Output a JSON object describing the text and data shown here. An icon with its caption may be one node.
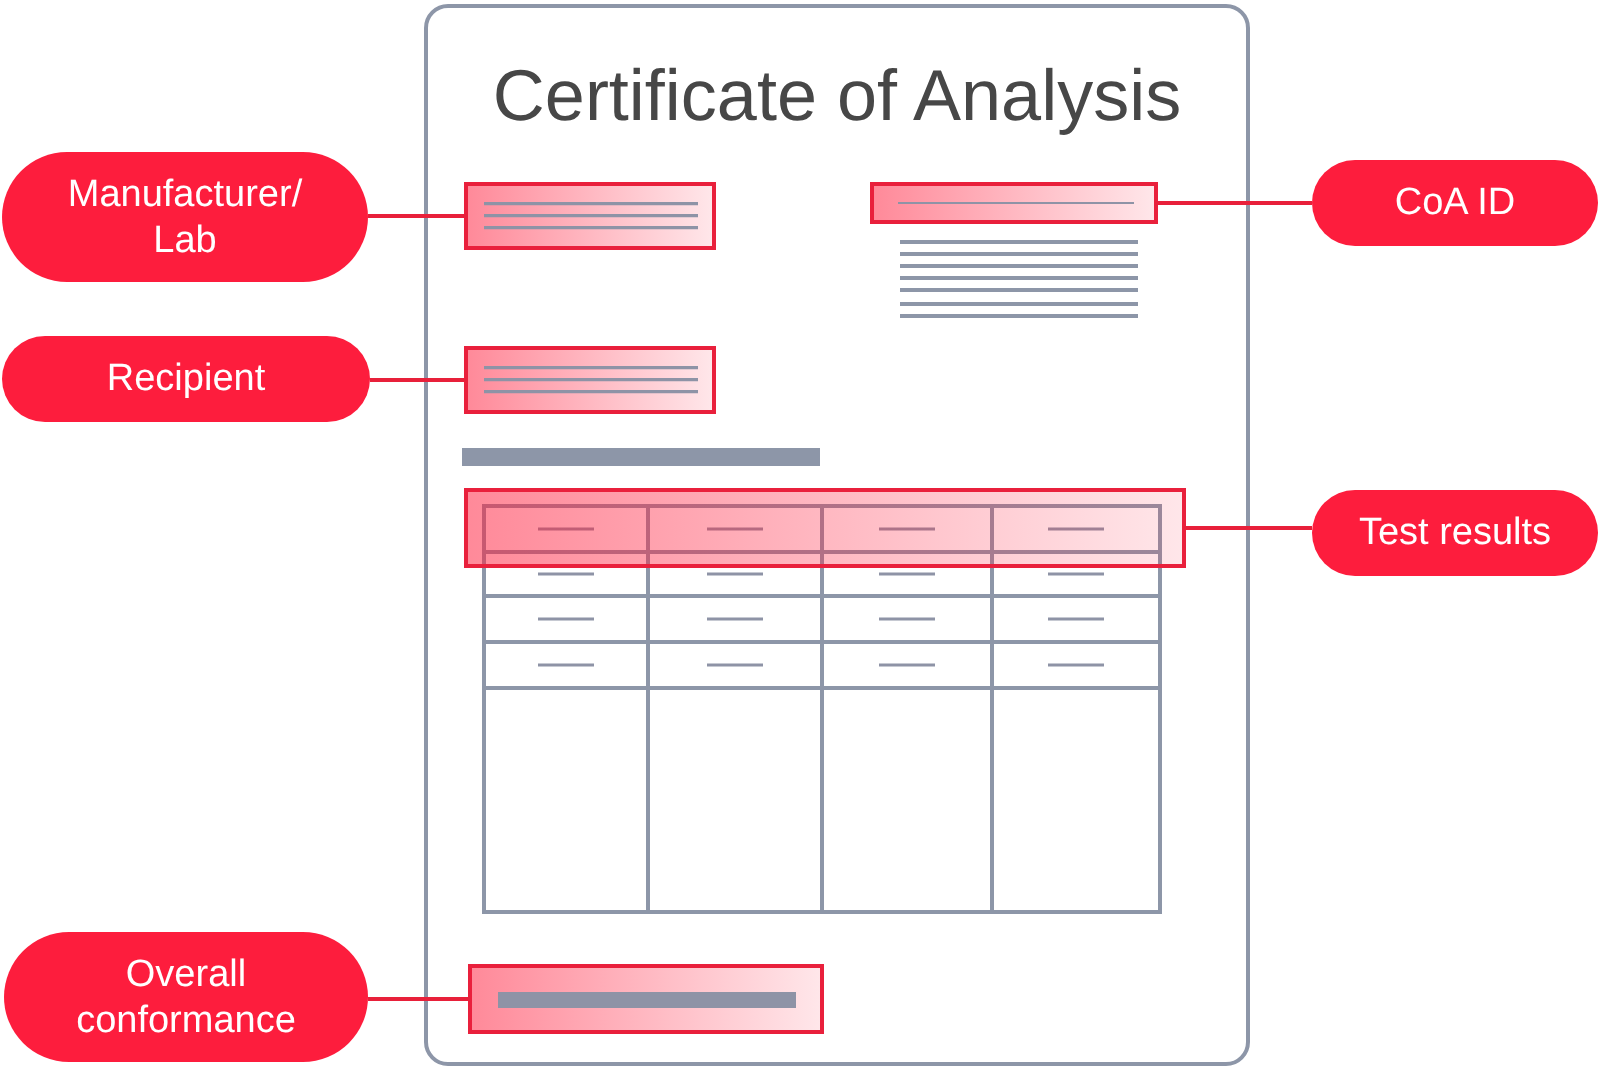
{
  "diagram": {
    "nodes": [
      {
        "text": [
          "Certificate of Analysis"
        ]
      },
      {
        "text": [
          "Manufacturer/ Lab"
        ]
      },
      {
        "text": [],
        "shape": "box",
        "in": 0
      },
      {
        "text": [],
        "shape": "box",
        "in": 0
      },
      {
        "text": [
          "CoA ID"
        ]
      },
      {
        "text": [
          "Recipient"
        ]
      },
      {
        "text": [],
        "shape": "box",
        "in": 0
      },
      {
        "text": [],
        "shape": "box",
        "in": 0
      },
      {
        "text": [
          "Test results"
        ]
      },
      {
        "text": [
          "Overall conformance"
        ]
      },
      {
        "text": [],
        "shape": "box",
        "in": 0
      }
    ],
    "edges": [
      {
        "from": 1,
        "to": 2,
        "arrow": "none"
      },
      {
        "from": 4,
        "to": 3,
        "arrow": "none"
      },
      {
        "from": 5,
        "to": 6,
        "arrow": "none"
      },
      {
        "from": 8,
        "to": 7,
        "arrow": "none"
      },
      {
        "from": 9,
        "to": 10,
        "arrow": "none"
      }
    ]
  }
}
